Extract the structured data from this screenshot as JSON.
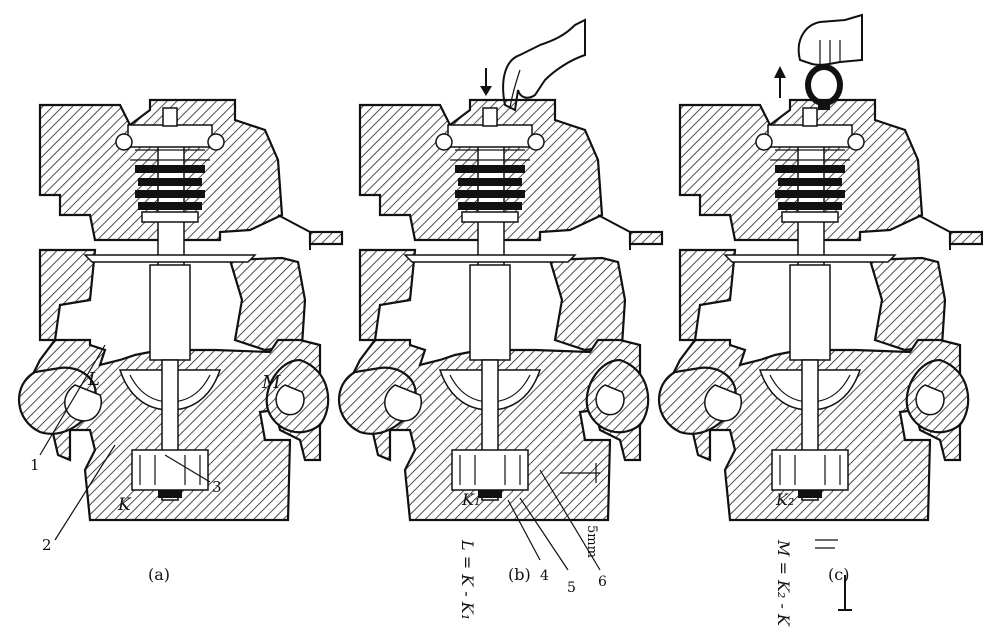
{
  "panels": [
    {
      "id": "a",
      "caption": "(a)",
      "labels": {
        "L": "L",
        "M": "M",
        "K": "K",
        "n1": "1",
        "n2": "2",
        "n3": "3"
      }
    },
    {
      "id": "b",
      "caption": "(b)",
      "equation": "L = K - K₁",
      "labels": {
        "K1": "K₁",
        "gap": "5mm",
        "n4": "4",
        "n5": "5",
        "n6": "6"
      }
    },
    {
      "id": "c",
      "caption": "(c)",
      "equation": "M = K₂ - K",
      "labels": {
        "K2": "K₂"
      }
    }
  ],
  "colors": {
    "ink": "#111111",
    "paper": "#ffffff"
  }
}
